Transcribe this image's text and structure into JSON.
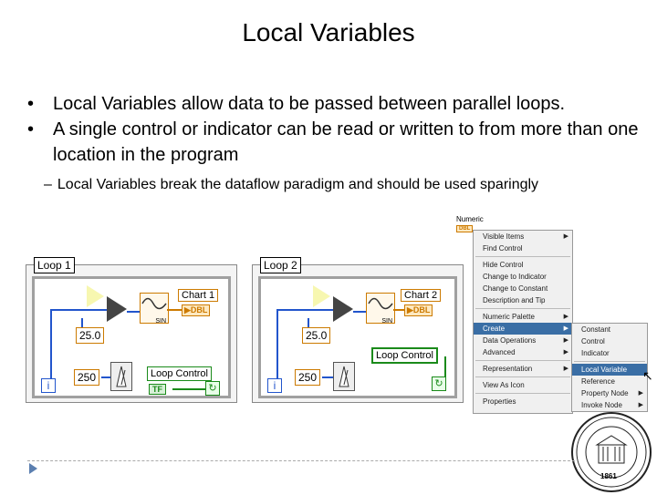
{
  "slide": {
    "title": "Local Variables",
    "bullets": [
      "Local Variables allow data to be passed between parallel loops.",
      "A single control or indicator can be read or written to from more than one location in the program"
    ],
    "sub_bullet_dash": "–",
    "sub_bullet": "Local Variables break the dataflow paradigm and should be used sparingly"
  },
  "diagram1": {
    "loop_label": "Loop 1",
    "chart_label": "Chart 1",
    "dbl": "DBL",
    "sin": "SIN",
    "const_value": "25.0",
    "wait_value": "250",
    "iter": "i",
    "loop_control_label": "Loop Control",
    "tf": "TF"
  },
  "diagram2": {
    "loop_label": "Loop 2",
    "chart_label": "Chart 2",
    "dbl": "DBL",
    "sin": "SIN",
    "const_value": "25.0",
    "wait_value": "250",
    "iter": "i",
    "loop_control_label": "Loop Control"
  },
  "menu": {
    "header": "Numeric",
    "header_type": "DBL",
    "items": [
      "Visible Items",
      "Find Control",
      "Hide Control",
      "Change to Indicator",
      "Change to Constant",
      "Description and Tip",
      "Numeric Palette",
      "Create",
      "Data Operations",
      "Advanced",
      "Representation",
      "View As Icon",
      "Properties"
    ],
    "submenu": [
      "Constant",
      "Control",
      "Indicator",
      "Local Variable",
      "Reference",
      "Property Node",
      "Invoke Node"
    ]
  },
  "seal": {
    "year": "1861"
  }
}
